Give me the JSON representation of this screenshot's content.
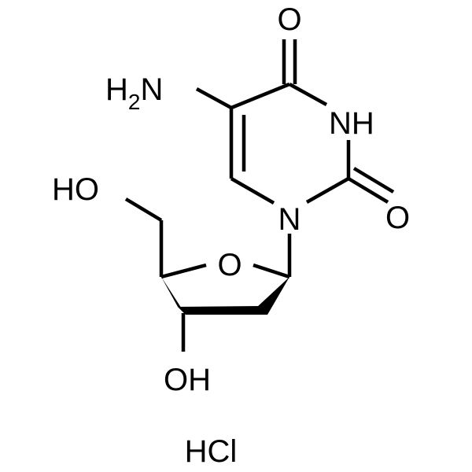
{
  "molecule": {
    "atoms": {
      "o_carbonyl_top": "O",
      "n_amino": "N",
      "n_amino_h": "H",
      "n_amino_h_count": "2",
      "nh_ring": "NH",
      "o_carbonyl_right": "O",
      "n_ring": "N",
      "ho_primary": "HO",
      "o_ring": "O",
      "oh_secondary": "OH"
    },
    "salt": "HCl"
  }
}
